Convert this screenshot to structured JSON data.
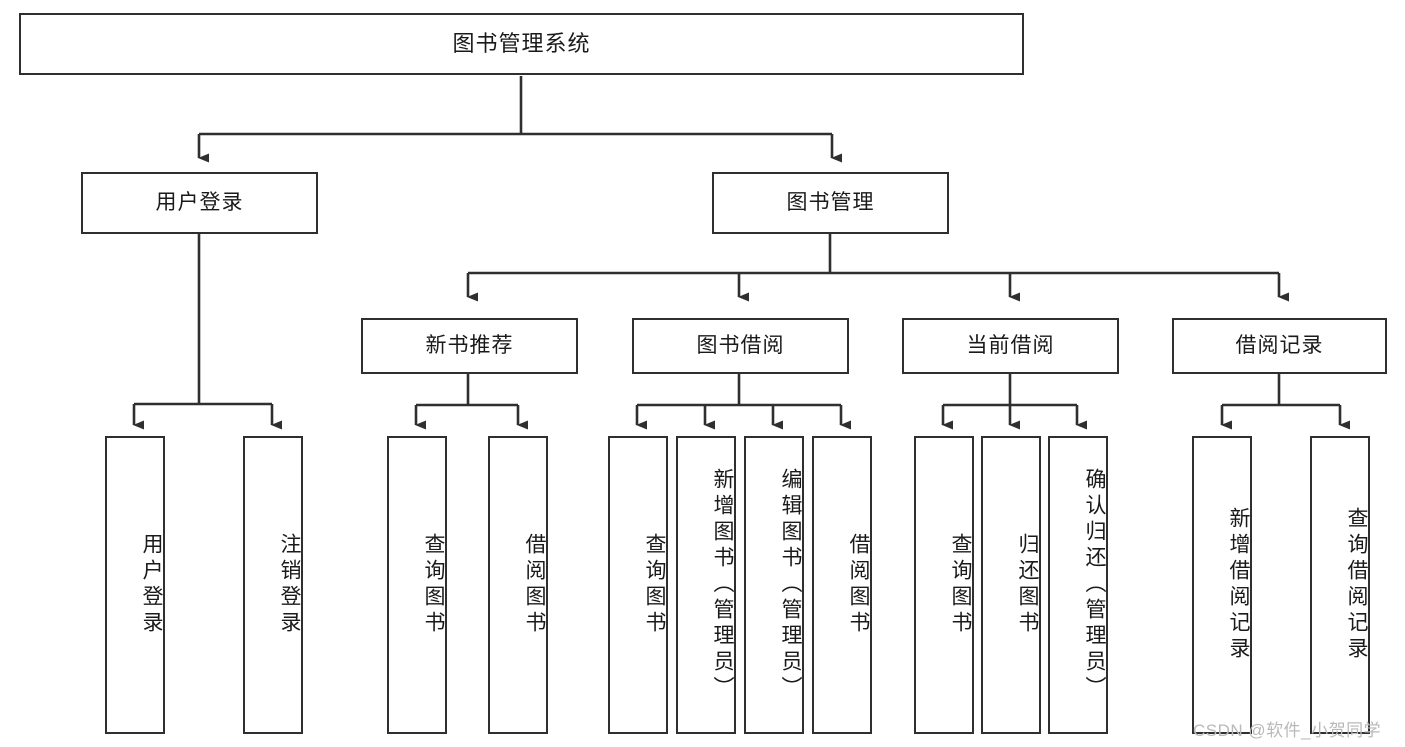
{
  "diagram": {
    "title": "图书管理系统",
    "type": "tree",
    "orientation": "top-down",
    "colors": {
      "node_border": "#2f2f2f",
      "node_fill": "#ffffff",
      "connector": "#2f2f2f",
      "background": "#ffffff",
      "watermark": "#b9b9b9"
    }
  },
  "nodes": {
    "root": {
      "label": "图书管理系统",
      "level": 1
    },
    "level2": [
      {
        "id": "user-login",
        "label": "用户登录"
      },
      {
        "id": "book-manage",
        "label": "图书管理"
      }
    ],
    "level3": [
      {
        "id": "new-book-recommend",
        "label": "新书推荐"
      },
      {
        "id": "book-borrow",
        "label": "图书借阅"
      },
      {
        "id": "current-borrow",
        "label": "当前借阅"
      },
      {
        "id": "borrow-record",
        "label": "借阅记录"
      }
    ],
    "leaves": {
      "user-login": [
        {
          "id": "leaf-user-login",
          "label": "用户登录"
        },
        {
          "id": "leaf-logout",
          "label": "注销登录"
        }
      ],
      "new-book-recommend": [
        {
          "id": "leaf-query-book-1",
          "label": "查询图书"
        },
        {
          "id": "leaf-borrow-book-1",
          "label": "借阅图书"
        }
      ],
      "book-borrow": [
        {
          "id": "leaf-query-book-2",
          "label": "查询图书"
        },
        {
          "id": "leaf-add-book",
          "label": "新增图书（管理员）"
        },
        {
          "id": "leaf-edit-book",
          "label": "编辑图书（管理员）"
        },
        {
          "id": "leaf-borrow-book-2",
          "label": "借阅图书"
        }
      ],
      "current-borrow": [
        {
          "id": "leaf-query-book-3",
          "label": "查询图书"
        },
        {
          "id": "leaf-return-book",
          "label": "归还图书"
        },
        {
          "id": "leaf-confirm-return",
          "label": "确认归还（管理员）"
        }
      ],
      "borrow-record": [
        {
          "id": "leaf-add-record",
          "label": "新增借阅记录"
        },
        {
          "id": "leaf-query-record",
          "label": "查询借阅记录"
        }
      ]
    }
  },
  "watermark": {
    "text": "CSDN @软件_小贺同学"
  }
}
